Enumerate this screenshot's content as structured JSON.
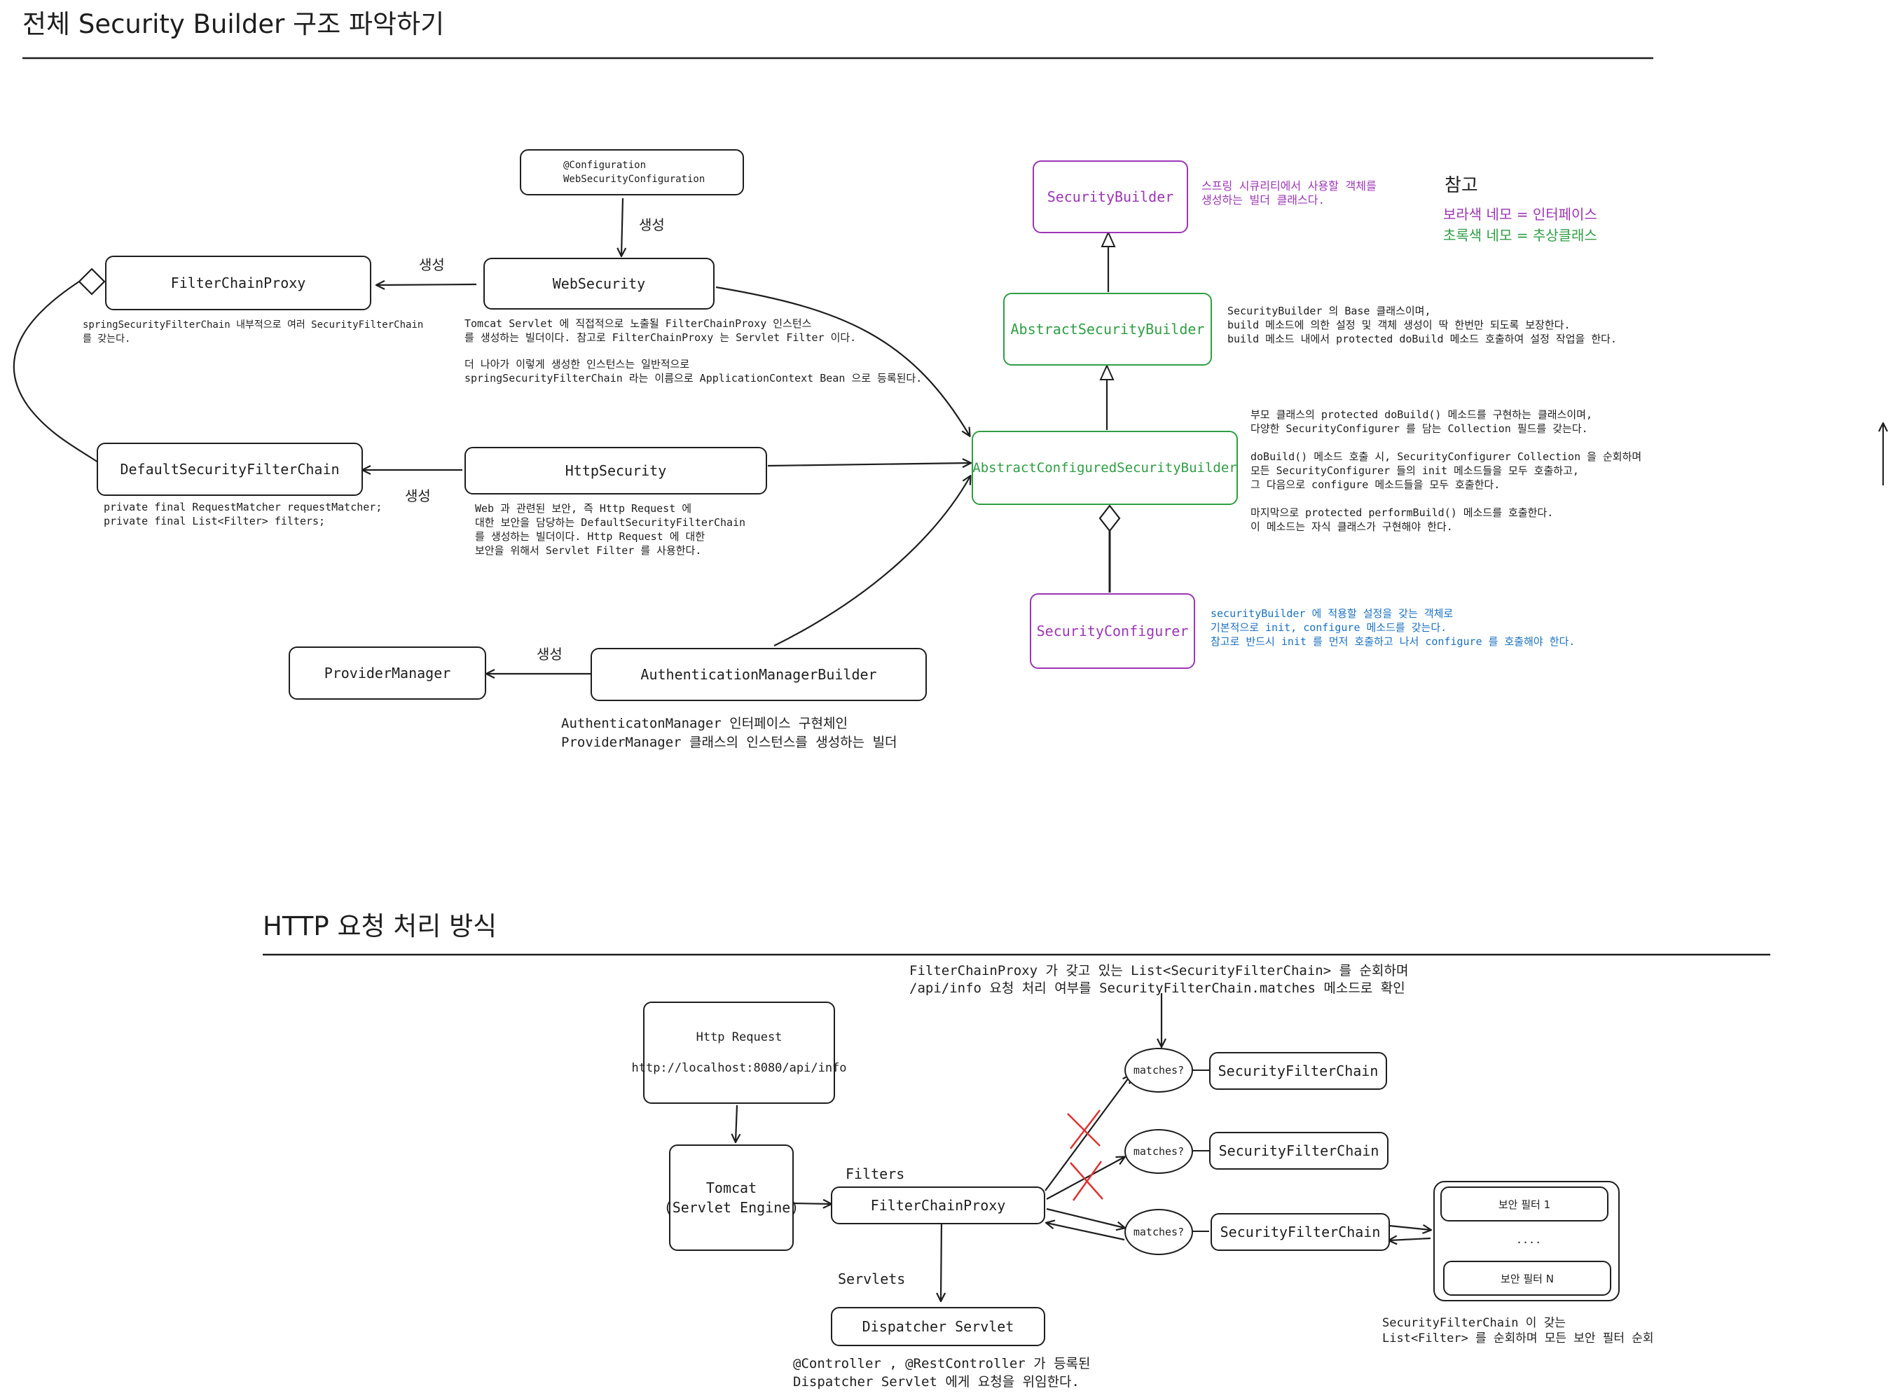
{
  "section1": {
    "title": "전체 Security Builder 구조 파악하기",
    "boxes": {
      "configuration": "@Configuration\nWebSecurityConfiguration",
      "filter_chain_proxy": "FilterChainProxy",
      "web_security": "WebSecurity",
      "default_security_filter_chain": "DefaultSecurityFilterChain",
      "http_security": "HttpSecurity",
      "provider_manager": "ProviderManager",
      "authentication_manager_builder": "AuthenticationManagerBuilder",
      "security_builder": "SecurityBuilder",
      "abstract_security_builder": "AbstractSecurityBuilder",
      "abstract_configured_security_builder": "AbstractConfiguredSecurityBuilder",
      "security_configurer": "SecurityConfigurer"
    },
    "edge_labels": {
      "config_to_web": "생성",
      "web_to_fcp": "생성",
      "http_to_default": "생성",
      "amb_to_pm": "생성"
    },
    "notes": {
      "fcp": "springSecurityFilterChain 내부적으로 여러 SecurityFilterChain\n를 갖는다.",
      "web_security_1": "Tomcat Servlet 에 직접적으로 노출될 FilterChainProxy 인스턴스\n를 생성하는 빌더이다. 참고로 FilterChainProxy 는 Servlet Filter 이다.",
      "web_security_2": "더 나아가 이렇게 생성한 인스턴스는 일반적으로\nspringSecurityFilterChain 라는 이름으로 ApplicationContext Bean 으로 등록된다.",
      "default_chain": "private final RequestMatcher requestMatcher;\nprivate final List<Filter> filters;",
      "http_security": "Web 과 관련된 보안, 즉 Http Request 에\n대한 보안을 담당하는 DefaultSecurityFilterChain\n를 생성하는 빌더이다. Http Request 에 대한\n보안을 위해서 Servlet Filter 를 사용한다.",
      "amb": "AuthenticatonManager 인터페이스 구현체인\nProviderManager 클래스의 인스턴스를 생성하는 빌더",
      "security_builder": "스프링 시큐리티에서 사용할 객체를\n생성하는 빌더 클래스다.",
      "abstract_security_builder": "SecurityBuilder 의 Base 클래스이며,\nbuild 메소드에 의한 설정 및 객체 생성이 딱 한번만 되도록 보장한다.\nbuild 메소드 내에서 protected doBuild 메소드 호출하여 설정 작업을 한다.",
      "acsb_1": "부모 클래스의 protected doBuild() 메소드를 구현하는 클래스이며,\n다양한 SecurityConfigurer 를 담는 Collection 필드를 갖는다.",
      "acsb_2": "doBuild() 메소드 호출 시, SecurityConfigurer Collection 을 순회하며\n모든 SecurityConfigurer 들의 init 메소드들을 모두 호출하고,\n그 다음으로 configure 메소드들을 모두 호출한다.",
      "acsb_3": "마지막으로 protected performBuild() 메소드를 호출한다.\n이 메소드는 자식 클래스가 구현해야 한다.",
      "security_configurer": "securityBuilder 에 적용할 설정을 갖는 객체로\n기본적으로 init, configure 메소드를 갖는다.\n참고로 반드시 init 를 먼저 호출하고 나서 configure 를 호출해야 한다."
    },
    "legend": {
      "title": "참고",
      "purple_line": "보라색 네모 = 인터페이스",
      "green_line": "초록색 네모 = 추상클래스"
    }
  },
  "section2": {
    "title": "HTTP 요청 처리 방식",
    "boxes": {
      "http_request": "Http Request\n\nhttp://localhost:8080/api/info",
      "tomcat": "Tomcat\n(Servlet Engine)",
      "filter_chain_proxy": "FilterChainProxy",
      "dispatcher_servlet": "Dispatcher Servlet",
      "sfc_1": "SecurityFilterChain",
      "sfc_2": "SecurityFilterChain",
      "sfc_3": "SecurityFilterChain",
      "filter_1": "보안 필터 1",
      "filter_dots": "....",
      "filter_n": "보안 필터 N"
    },
    "ovals": [
      "matches?",
      "matches?",
      "matches?"
    ],
    "labels": {
      "filters": "Filters",
      "servlets": "Servlets"
    },
    "notes": {
      "fcp_top": "FilterChainProxy 가 갖고 있는 List<SecurityFilterChain> 를 순회하며\n/api/info 요청 처리 여부를 SecurityFilterChain.matches 메소드로 확인",
      "sfc_note": "SecurityFilterChain 이 갖는\nList<Filter> 를 순회하며 모든 보안 필터 순회",
      "dispatcher_note": "@Controller , @RestController 가 등록된\nDispatcher Servlet 에게 요청을 위임한다."
    }
  },
  "colors": {
    "stroke": "#1e1e1e",
    "purple": "#9c36b5",
    "green": "#2f9e44",
    "blue": "#1971c2",
    "red": "#e03131"
  }
}
